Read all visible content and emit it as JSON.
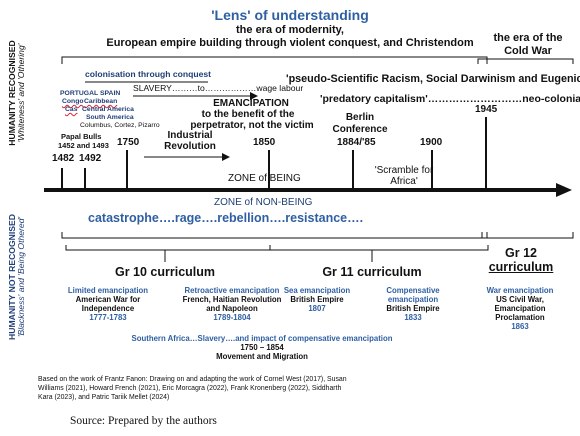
{
  "side_labels": {
    "top": "HUMANITY RECOGNISED",
    "top_sub": "'Whiteness' and 'Othering'",
    "bottom": "HUMANITY NOT RECOGNISED",
    "bottom_sub": "'Blackness' and 'Being Othered'"
  },
  "header": {
    "lens": "'Lens' of understanding",
    "modernity": "the era of modernity,",
    "empire": "European empire building through violent conquest, and Christendom",
    "cold_war_1": "the era of the",
    "cold_war_2": "Cold War"
  },
  "upper": {
    "colonisation": "colonisation through conquest",
    "slavery": "SLAVERY………to………………wage labour",
    "portugal": "PORTUGAL",
    "spain": "SPAIN",
    "congo": "Congo",
    "caribbean": "Caribbean",
    "cas": "Cas",
    "central_america": "Central America",
    "south_america": "South America",
    "explorers": "Columbus, Cortez, Pizarro",
    "papal_1": "Papal Bulls",
    "papal_2": "1452 and 1493",
    "pseudo": "'pseudo-Scientific Racism, Social Darwinism and Eugenics",
    "predatory": "'predatory capitalism'………………………neo-colonialism",
    "emancipation": "EMANCIPATION",
    "emancipation_2": "to the benefit of the",
    "emancipation_3": "perpetrator, not the victim",
    "industrial_1": "Industrial",
    "industrial_2": "Revolution",
    "berlin_1": "Berlin",
    "berlin_2": "Conference",
    "scramble_1": "'Scramble for",
    "scramble_2": "Africa'"
  },
  "years": {
    "y1482": "1482",
    "y1492": "1492",
    "y1750": "1750",
    "y1850": "1850",
    "y1884": "1884/'85",
    "y1900": "1900",
    "y1945": "1945"
  },
  "zones": {
    "being": "ZONE of BEING",
    "non_being": "ZONE of NON-BEING",
    "catastrophe": "catastrophe….rage….rebellion….resistance…."
  },
  "curricula": {
    "gr10": "Gr 10 curriculum",
    "gr11": "Gr 11 curriculum",
    "gr12_1": "Gr 12",
    "gr12_2": "curriculum"
  },
  "topics": {
    "limited_title": "Limited emancipation",
    "limited_1": "American War for",
    "limited_2": "Independence",
    "limited_years": "1777-1783",
    "retro_title": "Retroactive emancipation",
    "retro_1": "French, Haitian Revolution",
    "retro_2": "and Napoleon",
    "retro_years": "1789-1804",
    "sea_title": "Sea emancipation",
    "sea_1": "British Empire",
    "sea_year": "1807",
    "comp_title_1": "Compensative",
    "comp_title_2": "emancipation",
    "comp_1": "British Empire",
    "comp_year": "1833",
    "war_title": "War emancipation",
    "war_1": "US Civil War,",
    "war_2": "Emancipation",
    "war_3": "Proclamation",
    "war_year": "1863",
    "southern_1": "Southern Africa…Slavery….and impact of compensative emancipation",
    "southern_years": "1750 – 1854",
    "southern_2": "Movement and Migration"
  },
  "footnote": {
    "line1": "Based on the work of Frantz Fanon: Drawing on and adapting the work of Cornel West (2017), Susan",
    "line2": "Williams (2021), Howard French (2021), Eric Morcagra (2022), Frank Kronenberg (2022), Siddharth",
    "line3": "Kara (2023), and Patric Tariik Mellet (2024)"
  },
  "source": "Source: Prepared by the authors"
}
